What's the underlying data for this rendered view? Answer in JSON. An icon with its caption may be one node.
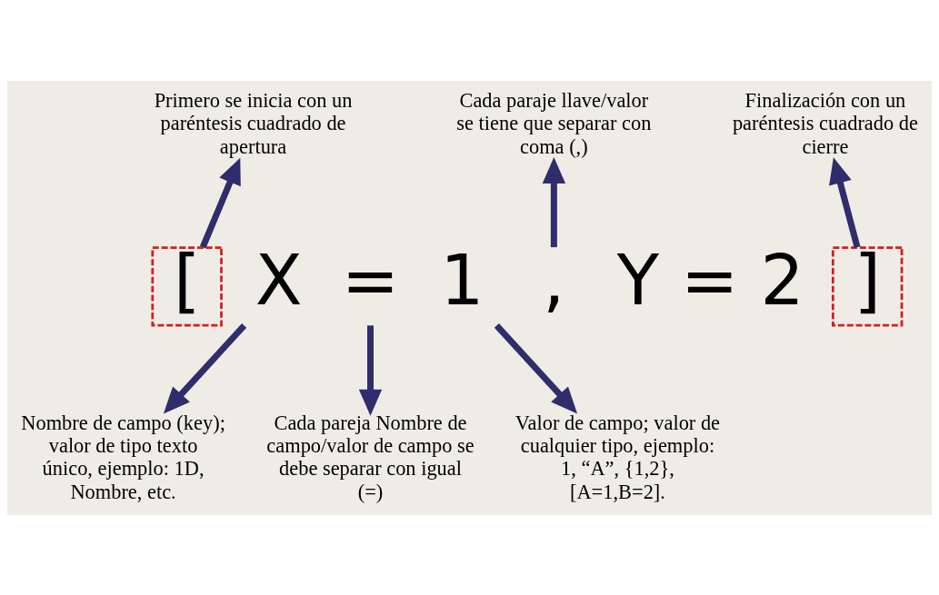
{
  "diagram": {
    "nodes": [
      {
        "text": [
          "["
        ]
      },
      {
        "text": [
          "X"
        ]
      },
      {
        "text": [
          "="
        ]
      },
      {
        "text": [
          "1"
        ]
      },
      {
        "text": [
          ","
        ]
      },
      {
        "text": [
          "]"
        ]
      },
      {
        "text": [
          "Primero se inicia con un paréntesis cuadrado de apertura"
        ]
      },
      {
        "text": [
          "Cada paraje llave/valor se tiene que separar con coma (,)"
        ]
      },
      {
        "text": [
          "Finalización con un paréntesis cuadrado de cierre"
        ]
      },
      {
        "text": [
          "Nombre de campo (key); valor de tipo texto único, ejemplo: 1D, Nombre, etc."
        ]
      },
      {
        "text": [
          "Cada pareja Nombre de campo/valor de campo se debe separar con igual (=)"
        ]
      },
      {
        "text": [
          "Valor de campo; valor de cualquier tipo, ejemplo: 1, “A”, {1,2}, [A=1,B=2]."
        ]
      }
    ],
    "edges": [
      {
        "from": 0,
        "to": 6,
        "arrow": "to"
      },
      {
        "from": 4,
        "to": 7,
        "arrow": "to"
      },
      {
        "from": 5,
        "to": 8,
        "arrow": "to"
      },
      {
        "from": 1,
        "to": 9,
        "arrow": "to"
      },
      {
        "from": 2,
        "to": 10,
        "arrow": "to"
      },
      {
        "from": 3,
        "to": 11,
        "arrow": "to"
      }
    ],
    "labels": [
      "Y = 2"
    ]
  }
}
